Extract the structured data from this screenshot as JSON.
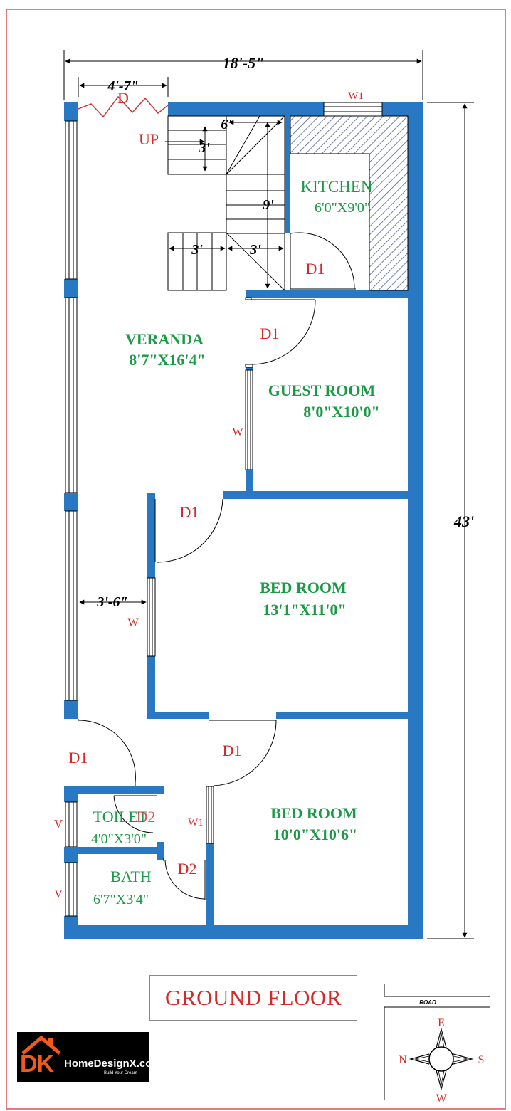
{
  "plan": {
    "title": "GROUND FLOOR",
    "rooms": [
      {
        "name": "KITCHEN",
        "size": "6'0\"X9'0\""
      },
      {
        "name": "VERANDA",
        "size": "8'7\"X16'4\""
      },
      {
        "name": "GUEST ROOM",
        "size": "8'0\"X10'0\""
      },
      {
        "name": "BED ROOM",
        "size": "13'1\"X11'0\""
      },
      {
        "name": "BED ROOM",
        "size": "10'0\"X10'6\""
      },
      {
        "name": "TOILET",
        "size": "4'0\"X3'0\""
      },
      {
        "name": "BATH",
        "size": "6'7\"X3'4\""
      }
    ],
    "dimensions": {
      "overall_width": "18'-5\"",
      "overall_length": "43'",
      "entry_width": "4'-7\"",
      "stair_width": "6'",
      "stair_step": "3'",
      "stair_run": "9'",
      "landing_left": "3'",
      "landing_right": "3'",
      "veranda_strip": "3'-6\""
    },
    "door_labels": {
      "main": "D",
      "kitchen": "D1",
      "guest": "D1",
      "bed1": "D1",
      "bed2": "D1",
      "side": "D1",
      "toilet": "D2",
      "bath": "D2"
    },
    "window_labels": {
      "kitchen": "W1",
      "guest": "W",
      "bed1": "W",
      "bed2": "W1",
      "toilet": "V",
      "bath": "V"
    },
    "stair_up_label": "UP",
    "road_label": "ROAD",
    "compass": {
      "north": "N",
      "east": "E",
      "south": "S",
      "west": "W"
    },
    "colors": {
      "wall": "#2878c3",
      "room_label": "#1b9a45",
      "door_label": "#d42a2a",
      "border": "#e05050"
    }
  },
  "logo": {
    "brand_initials": "DK",
    "brand_name": "HomeDesignX.com",
    "tagline": "Build Your Dream"
  }
}
